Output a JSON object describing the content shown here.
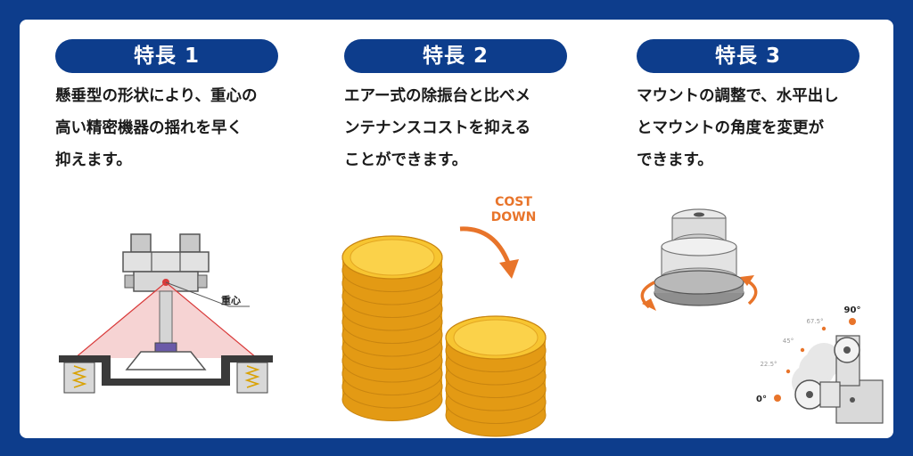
{
  "features": [
    {
      "badge": "特長 1",
      "lines": [
        "懸垂型の形状により、重心の",
        "高い精密機器の揺れを早く",
        "抑えます。"
      ],
      "illustration_label": "重心"
    },
    {
      "badge": "特長 2",
      "lines": [
        "エアー式の除振台と比べメ",
        "ンテナンスコストを抑える",
        "ことができます。"
      ],
      "illustration_label_1": "COST",
      "illustration_label_2": "DOWN"
    },
    {
      "badge": "特長 3",
      "lines": [
        "マウントの調整で、水平出し",
        "とマウントの角度を変更が",
        "できます。"
      ],
      "angles": [
        "0°",
        "22.5°",
        "45°",
        "67.5°",
        "90°"
      ]
    }
  ],
  "colors": {
    "brand_navy": "#0d3d8c",
    "accent_orange": "#e8742a",
    "gold": "#f5b81f",
    "red_cg": "#d93a3a"
  }
}
